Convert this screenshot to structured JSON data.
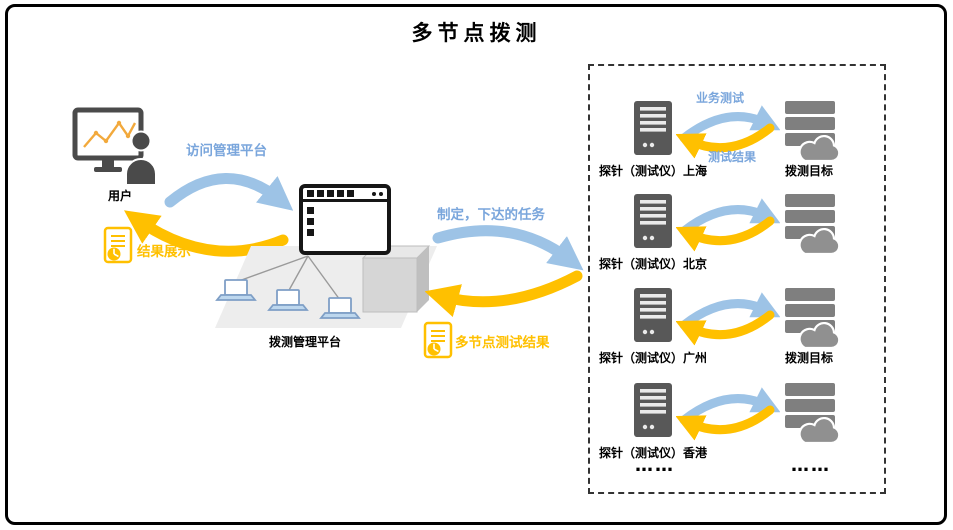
{
  "title": "多节点拨测",
  "colors": {
    "arrow-blue": "#9DC3E6",
    "arrow-yellow": "#FFC000",
    "text-blue": "#7AA6DC",
    "text-yellow": "#FFC000",
    "icon-dark": "#4A4A4A",
    "icon-gray": "#7F7F7F",
    "cloud-gray": "#909090",
    "laptop-blue": "#BDD7EE"
  },
  "user": {
    "label": "用户",
    "icon": "user-at-monitor-icon"
  },
  "management": {
    "label": "拨测管理平台",
    "icon": "browser-window-icon"
  },
  "flows": {
    "access_platform": "访问管理平台",
    "result_display": "结果展示",
    "dispatch_tasks": "制定，下达的任务",
    "multinode_results": "多节点测试结果",
    "business_test": "业务测试",
    "test_result": "测试结果"
  },
  "nodes": [
    {
      "probe_label": "探针（测试仪）上海",
      "target_label": "拨测目标"
    },
    {
      "probe_label": "探针（测试仪）北京"
    },
    {
      "probe_label": "探针（测试仪）广州",
      "target_label": "拨测目标"
    },
    {
      "probe_label": "探针（测试仪）香港"
    }
  ],
  "ellipsis": "……",
  "icons": {
    "probe": "server-probe-icon",
    "target": "cloud-server-icon",
    "report": "report-document-icon"
  }
}
